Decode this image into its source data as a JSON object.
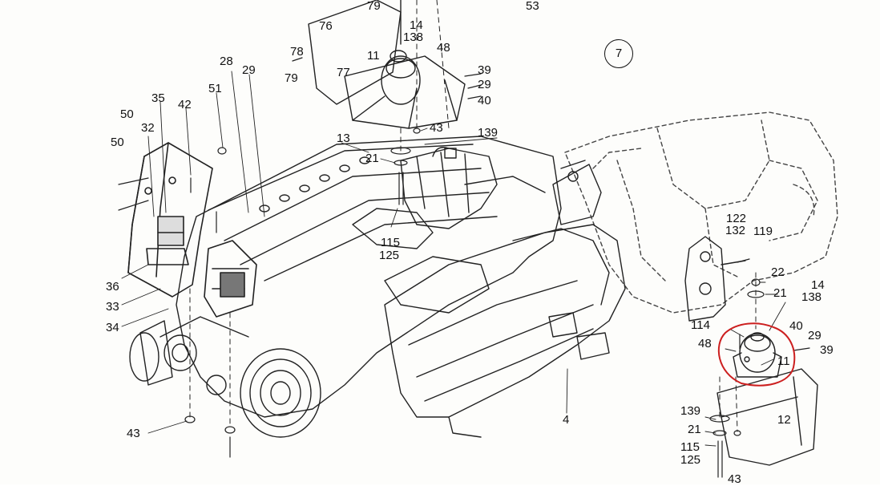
{
  "diagram": {
    "section_number": "7",
    "highlight_color": "#cc1f1f",
    "callouts": [
      "79",
      "76",
      "14",
      "138",
      "48",
      "53",
      "78",
      "79",
      "11",
      "77",
      "39",
      "29",
      "40",
      "28",
      "29",
      "51",
      "35",
      "42",
      "50",
      "32",
      "50",
      "43",
      "139",
      "13",
      "21",
      "36",
      "33",
      "34",
      "115",
      "125",
      "122",
      "132",
      "119",
      "22",
      "21",
      "14",
      "138",
      "114",
      "40",
      "29",
      "48",
      "39",
      "11",
      "4",
      "12",
      "43",
      "139",
      "21",
      "115",
      "125",
      "43"
    ]
  }
}
